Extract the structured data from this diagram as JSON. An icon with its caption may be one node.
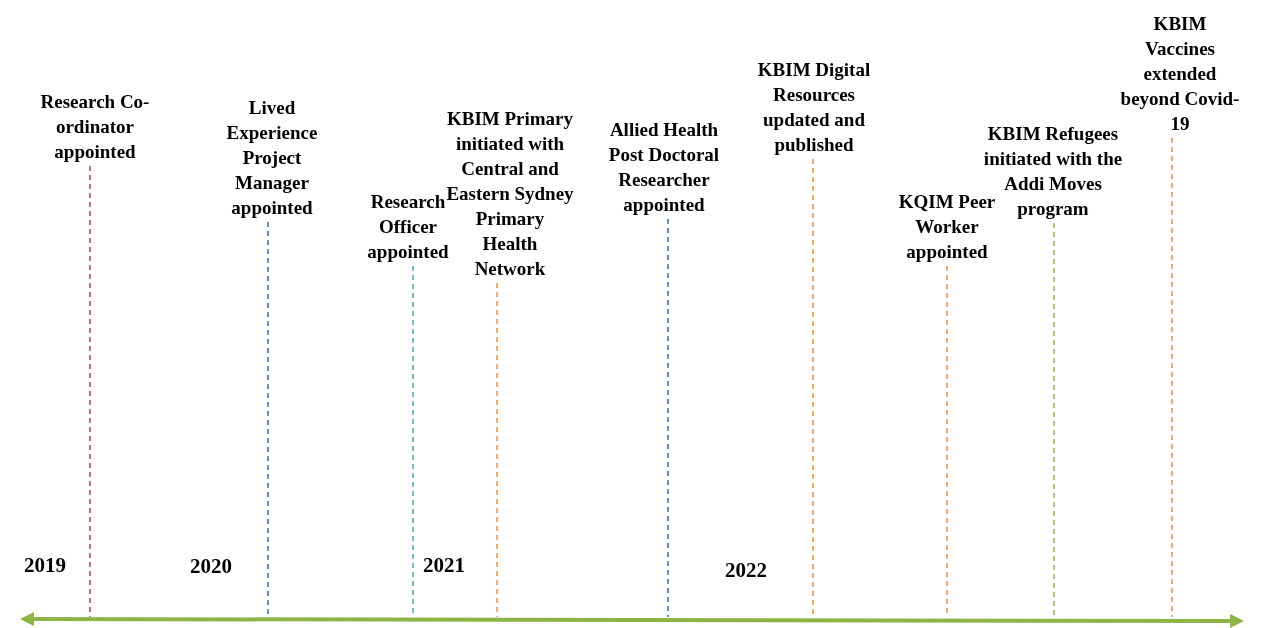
{
  "diagram": {
    "nodes": [
      {
        "text": [
          "Research Co-ordinator appointed"
        ]
      },
      {
        "text": [
          "Lived Experience Project Manager appointed"
        ]
      },
      {
        "text": [
          "Research Officer appointed"
        ]
      },
      {
        "text": [
          "KBIM Primary initiated with Central and Eastern Sydney Primary Health Network"
        ]
      },
      {
        "text": [
          "Allied Health Post Doctoral Researcher appointed"
        ]
      },
      {
        "text": [
          "KBIM Digital Resources updated and published"
        ]
      },
      {
        "text": [
          "KQIM Peer Worker appointed"
        ]
      },
      {
        "text": [
          "KBIM Refugees initiated with the Addi Moves program"
        ]
      },
      {
        "text": [
          "KBIM Vaccines extended beyond Covid-19"
        ]
      },
      {
        "text": [],
        "shape": "bar"
      }
    ],
    "edges": [
      {
        "from": 0,
        "to": 9,
        "arrow": "none",
        "style": "dashed",
        "color": "#c0504d"
      },
      {
        "from": 1,
        "to": 9,
        "arrow": "none",
        "style": "dashed",
        "color": "#4472c4"
      },
      {
        "from": 2,
        "to": 9,
        "arrow": "none",
        "style": "dashed",
        "color": "#4bacc6"
      },
      {
        "from": 3,
        "to": 9,
        "arrow": "none",
        "style": "dashed"
      },
      {
        "from": 4,
        "to": 9,
        "arrow": "none",
        "style": "dashed",
        "color": "#4472c4"
      },
      {
        "from": 5,
        "to": 9,
        "arrow": "none",
        "style": "dashed"
      },
      {
        "from": 6,
        "to": 9,
        "arrow": "none",
        "style": "dashed"
      },
      {
        "from": 7,
        "to": 9,
        "arrow": "none",
        "style": "dashed",
        "color": "#9bbb59"
      },
      {
        "from": 8,
        "to": 9,
        "arrow": "none",
        "style": "dashed"
      }
    ],
    "labels": [
      "2019",
      "2020",
      "2021",
      "2022"
    ]
  }
}
